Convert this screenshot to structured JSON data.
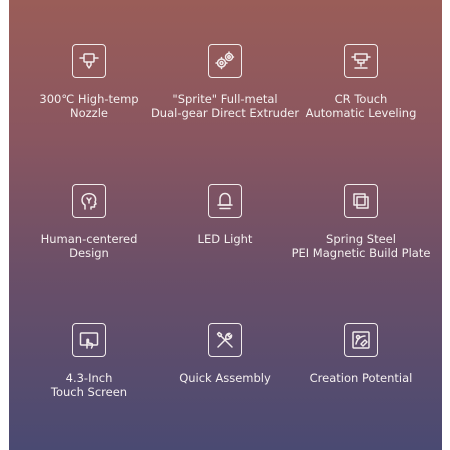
{
  "features": [
    {
      "icon": "nozzle-icon",
      "lines": [
        "300℃ High-temp",
        "Nozzle"
      ]
    },
    {
      "icon": "dual-gear-extruder-icon",
      "lines": [
        "\"Sprite\" Full-metal",
        "Dual-gear Direct Extruder"
      ]
    },
    {
      "icon": "auto-leveling-probe-icon",
      "lines": [
        "CR Touch",
        "Automatic Leveling"
      ]
    },
    {
      "icon": "human-head-icon",
      "lines": [
        "Human-centered",
        "Design"
      ]
    },
    {
      "icon": "led-light-icon",
      "lines": [
        "LED Light"
      ]
    },
    {
      "icon": "build-plate-icon",
      "lines": [
        "Spring Steel",
        "PEI Magnetic Build Plate"
      ]
    },
    {
      "icon": "touch-screen-icon",
      "lines": [
        "4.3-Inch",
        "Touch Screen"
      ]
    },
    {
      "icon": "tools-icon",
      "lines": [
        "Quick Assembly"
      ]
    },
    {
      "icon": "creation-icon",
      "lines": [
        "Creation Potential"
      ]
    }
  ],
  "colors": {
    "gradient_top": "#9a5d58",
    "gradient_bottom": "#4a4a72",
    "foreground": "#f2ecec"
  }
}
